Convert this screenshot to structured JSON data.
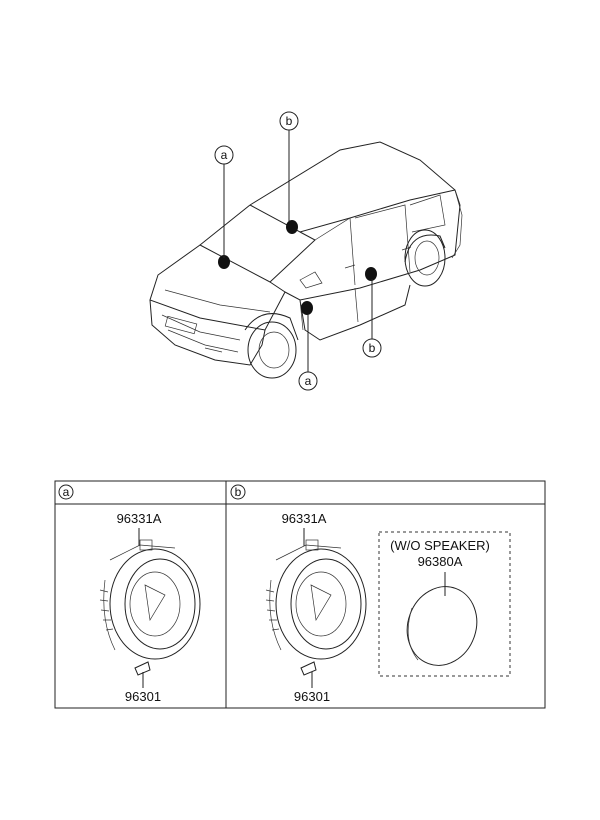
{
  "callouts": {
    "a": "a",
    "b": "b"
  },
  "table": {
    "header_a": "a",
    "header_b": "b"
  },
  "panel_a": {
    "speaker_part_no": "96331A",
    "screw_part_no": "96301"
  },
  "panel_b": {
    "speaker_part_no": "96331A",
    "screw_part_no": "96301",
    "option_label": "(W/O SPEAKER)",
    "cover_part_no": "96380A"
  }
}
